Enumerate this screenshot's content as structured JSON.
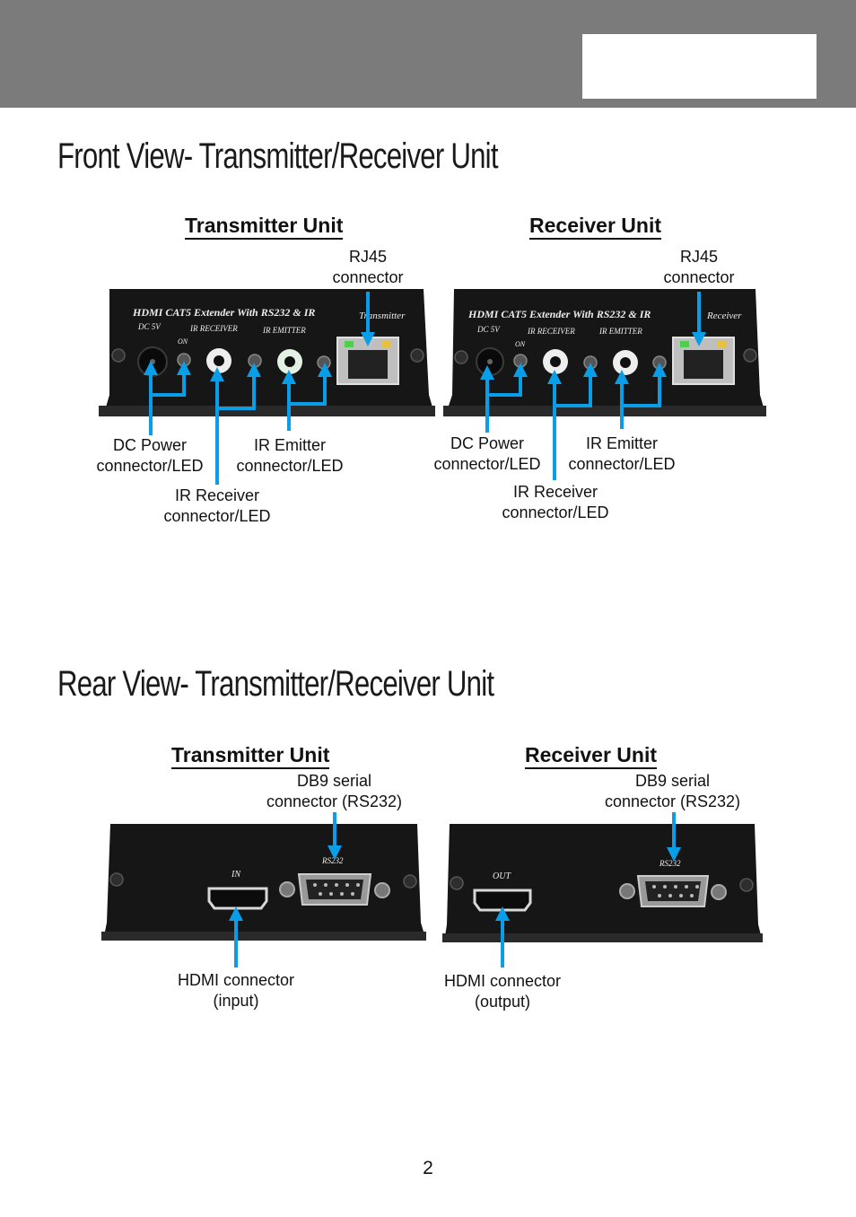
{
  "sections": {
    "front_title": "Front View- Transmitter/Receiver Unit",
    "rear_title": "Rear View- Transmitter/Receiver Unit"
  },
  "front": {
    "transmitter": {
      "title": "Transmitter Unit",
      "panel_text": "HDMI CAT5 Extender With RS232 & IR",
      "panel_tag": "Transmitter",
      "dc_text": "DC 5V",
      "on_text": "ON",
      "irr_text": "IR RECEIVER",
      "ire_text": "IR EMITTER",
      "rj45_1": "RJ45",
      "rj45_2": "connector",
      "dc_1": "DC Power",
      "dc_2": "connector/LED",
      "ire_1": "IR Emitter",
      "ire_2": "connector/LED",
      "irr_1": "IR Receiver",
      "irr_2": "connector/LED"
    },
    "receiver": {
      "title": "Receiver Unit",
      "panel_text": "HDMI CAT5 Extender With RS232 & IR",
      "panel_tag": "Receiver",
      "dc_text": "DC 5V",
      "on_text": "ON",
      "irr_text": "IR RECEIVER",
      "ire_text": "IR EMITTER",
      "rj45_1": "RJ45",
      "rj45_2": "connector",
      "dc_1": "DC Power",
      "dc_2": "connector/LED",
      "ire_1": "IR Emitter",
      "ire_2": "connector/LED",
      "irr_1": "IR Receiver",
      "irr_2": "connector/LED"
    }
  },
  "rear": {
    "transmitter": {
      "title": "Transmitter Unit",
      "port_text": "IN",
      "rs_text": "RS232",
      "db9_1": "DB9 serial",
      "db9_2": "connector (RS232)",
      "hdmi_1": "HDMI connector",
      "hdmi_2": "(input)"
    },
    "receiver": {
      "title": "Receiver Unit",
      "port_text": "OUT",
      "rs_text": "RS232",
      "db9_1": "DB9 serial",
      "db9_2": "connector (RS232)",
      "hdmi_1": "HDMI connector",
      "hdmi_2": "(output)"
    }
  },
  "page_number": "2",
  "colors": {
    "header": "#7b7b7b",
    "arrow": "#0a9ee8",
    "device": "#161616"
  }
}
